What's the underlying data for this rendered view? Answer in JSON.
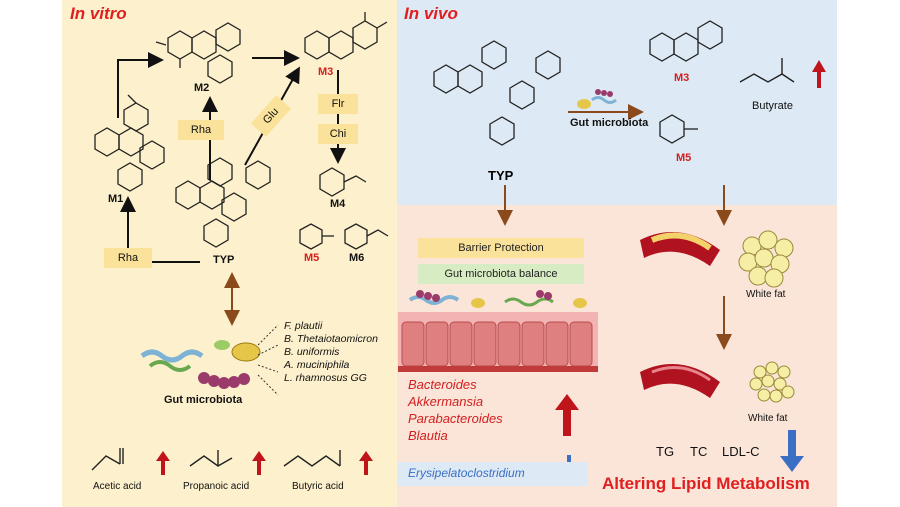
{
  "in_vitro": {
    "heading": "In vitro",
    "compounds": {
      "m1": "M1",
      "m2": "M2",
      "m3": "M3",
      "m4": "M4",
      "m5": "M5",
      "m6": "M6",
      "typ": "TYP"
    },
    "enzymes": {
      "rha_top": "Rha",
      "rha_bottom": "Rha",
      "glu": "Glu",
      "flr": "Flr",
      "chi": "Chi"
    },
    "microbiota_label": "Gut microbiota",
    "species": [
      "F. plautii",
      "B. Thetaiotaomicron",
      "B. uniformis",
      "A. muciniphila",
      "L. rhamnosus GG"
    ],
    "acids": [
      "Acetic acid",
      "Propanoic acid",
      "Butyric acid"
    ]
  },
  "in_vivo": {
    "heading": "In vivo",
    "typ": "TYP",
    "microbiota_label": "Gut microbiota",
    "m3": "M3",
    "m5": "M5",
    "butyrate": "Butyrate",
    "barrier": "Barrier Protection",
    "balance": "Gut microbiota balance",
    "increased_genera": [
      "Bacteroides",
      "Akkermansia",
      "Parabacteroides",
      "Blautia"
    ],
    "decreased_genus": "Erysipelatoclostridium",
    "white_fat_top": "White fat",
    "white_fat_bottom": "White fat",
    "lipids": {
      "tg": "TG",
      "tc": "TC",
      "ldl": "LDL-C"
    },
    "conclusion": "Altering Lipid Metabolism"
  },
  "colors": {
    "vitro_bg": "#fdf0cc",
    "vivo_top_bg": "#dde9f4",
    "vivo_bottom_bg": "#fbe4d8",
    "heading_red": "#e02020",
    "up_arrow": "#c0141b",
    "down_arrow": "#3a6fc4",
    "box_yellow": "#fbe29a",
    "box_green": "#d8ecc4",
    "arrow_brown": "#8a4a1c"
  }
}
